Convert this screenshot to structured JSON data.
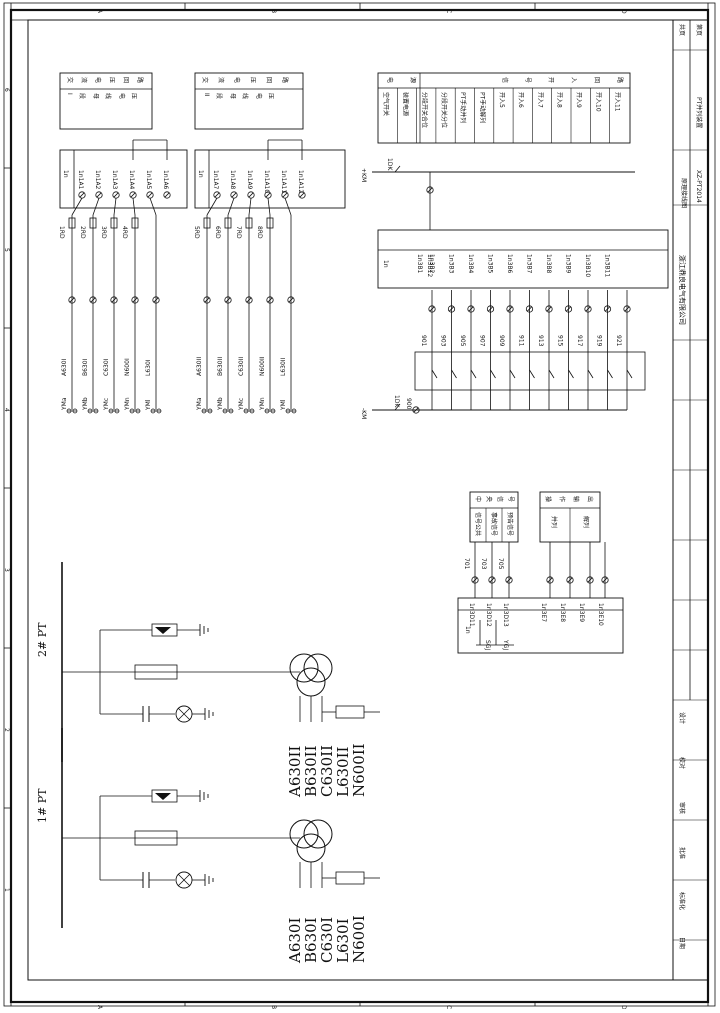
{
  "frame": {
    "top_zones": [
      "A",
      "B",
      "C",
      "D"
    ],
    "side_zones": [
      "6",
      "5",
      "4",
      "3",
      "2",
      "1"
    ]
  },
  "title_block": {
    "drawing_title": "PT并列装置",
    "company": "浙江鼎良电气有限公司",
    "drawing_no": "XZ-PT2014",
    "drawing_type": "原理接线图",
    "role_labels": [
      "设计",
      "校对",
      "审核",
      "批准",
      "标准化",
      "日期"
    ],
    "sheet_labels": [
      "共页",
      "第页"
    ]
  },
  "bus1_circuit": {
    "header": [
      "交",
      "流",
      "电",
      "压",
      "回",
      "路"
    ],
    "subheader": [
      "I",
      "段",
      "母",
      "线",
      "电",
      "压"
    ],
    "module_label": "1n",
    "terminals": [
      "1n1A1",
      "1n1A2",
      "1n1A3",
      "1n1A4",
      "1n1A5",
      "1n1A6"
    ],
    "fuses": [
      "1RD",
      "2RD",
      "3RD",
      "4RD"
    ],
    "wires": [
      "A630I",
      "B630I",
      "C630I",
      "N600I",
      "L630I"
    ],
    "buses": [
      "YMa",
      "YMb",
      "YMc",
      "YMn",
      "YMl"
    ]
  },
  "bus2_circuit": {
    "header": [
      "交",
      "流",
      "电",
      "压",
      "回",
      "路"
    ],
    "subheader": [
      "II",
      "段",
      "母",
      "线",
      "电",
      "压"
    ],
    "module_label": "1n",
    "terminals": [
      "1n1A7",
      "1n1A8",
      "1n1A9",
      "1n1A10",
      "1n1A11",
      "1n1A12"
    ],
    "fuses": [
      "5RD",
      "6RD",
      "7RD",
      "8RD"
    ],
    "wires": [
      "A630II",
      "B630II",
      "C630II",
      "N600II",
      "L630II"
    ],
    "buses": [
      "YMa",
      "YMb",
      "YMc",
      "YMn",
      "YMl"
    ]
  },
  "switch_input": {
    "header": [
      "电",
      "源",
      "",
      "",
      "",
      "信",
      "号",
      "开",
      "入",
      "回",
      "路"
    ],
    "columns": [
      "空气开关",
      "装置电源",
      "分段开关合位",
      "分段开关分位",
      "PT手动并列",
      "PT手动解列",
      "开入5",
      "开入6",
      "开入7",
      "开入8",
      "开入9",
      "开入10",
      "开入11"
    ],
    "power_top": "+KM",
    "power_bottom": "-KM",
    "switch_label": "1DK",
    "module_label": "1n",
    "terminals": [
      "1n3B1",
      "1n3B2",
      "1n3B3",
      "1n3B4",
      "1n3B5",
      "1n3B6",
      "1n3B7",
      "1n3B8",
      "1n3B9",
      "1n3B10",
      "1n3B11",
      "1n3B12"
    ],
    "wire_numbers": [
      "901",
      "903",
      "905",
      "907",
      "909",
      "911",
      "913",
      "915",
      "917",
      "919",
      "921"
    ],
    "common_wire": "900"
  },
  "signal_output": {
    "header1": [
      "中",
      "央",
      "信",
      "号"
    ],
    "cols1": [
      "信号公共",
      "事故信号",
      "预告信号"
    ],
    "header2": [
      "操",
      "作",
      "输",
      "出"
    ],
    "cols2": [
      "并列",
      "解列"
    ],
    "module_label": "1n",
    "terminals1": [
      "1n3D11",
      "1n3D12",
      "1n3D13"
    ],
    "terminals2": [
      "1n3E7",
      "1n3E8",
      "1n3E9",
      "1n3E10"
    ],
    "wire_numbers": [
      "701",
      "703",
      "705"
    ],
    "contacts": [
      "SGJ",
      "YGJ"
    ]
  },
  "pt1": {
    "label": "1# PT",
    "windings": [
      "A630I",
      "B630I",
      "C630I",
      "L630I",
      "N600I"
    ]
  },
  "pt2": {
    "label": "2# PT",
    "windings": [
      "A630II",
      "B630II",
      "C630II",
      "L630II",
      "N600II"
    ]
  }
}
